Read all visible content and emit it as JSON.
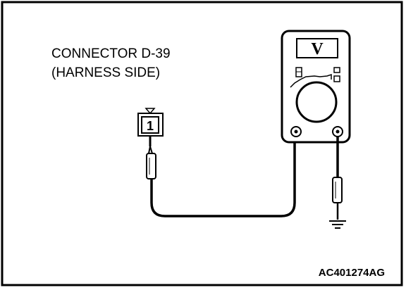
{
  "connector": {
    "line1": "CONNECTOR D-39",
    "line2": "(HARNESS SIDE)",
    "pin_number": "1"
  },
  "meter": {
    "mode_label": "V"
  },
  "figure_code": "AC401274AG",
  "icons": {
    "meter": "voltmeter-icon",
    "ground": "ground-icon",
    "connector": "connector-icon",
    "probe": "probe-icon"
  },
  "colors": {
    "line": "#000000",
    "background": "#ffffff"
  }
}
